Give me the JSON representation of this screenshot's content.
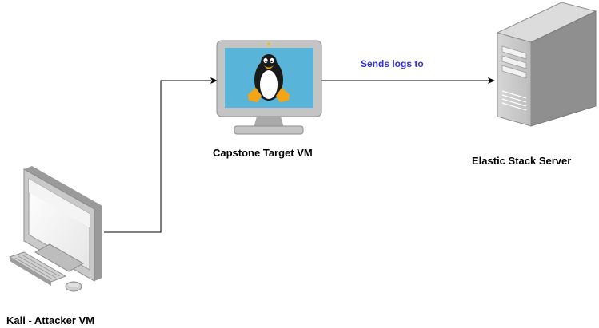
{
  "nodes": {
    "attacker": {
      "label": "Kali - Attacker VM",
      "icon": "desktop-computer-icon"
    },
    "target": {
      "label": "Capstone Target VM",
      "icon": "linux-monitor-icon"
    },
    "server": {
      "label": "Elastic Stack Server",
      "icon": "server-tower-icon"
    }
  },
  "edges": [
    {
      "from": "attacker",
      "to": "target",
      "label": ""
    },
    {
      "from": "target",
      "to": "server",
      "label": "Sends logs to"
    }
  ],
  "colors": {
    "edge_label": "#3333cc",
    "line": "#000000",
    "screen_blue": "#59b4d9",
    "device_gray": "#c7c7c7",
    "device_dark": "#8c8c8c"
  }
}
